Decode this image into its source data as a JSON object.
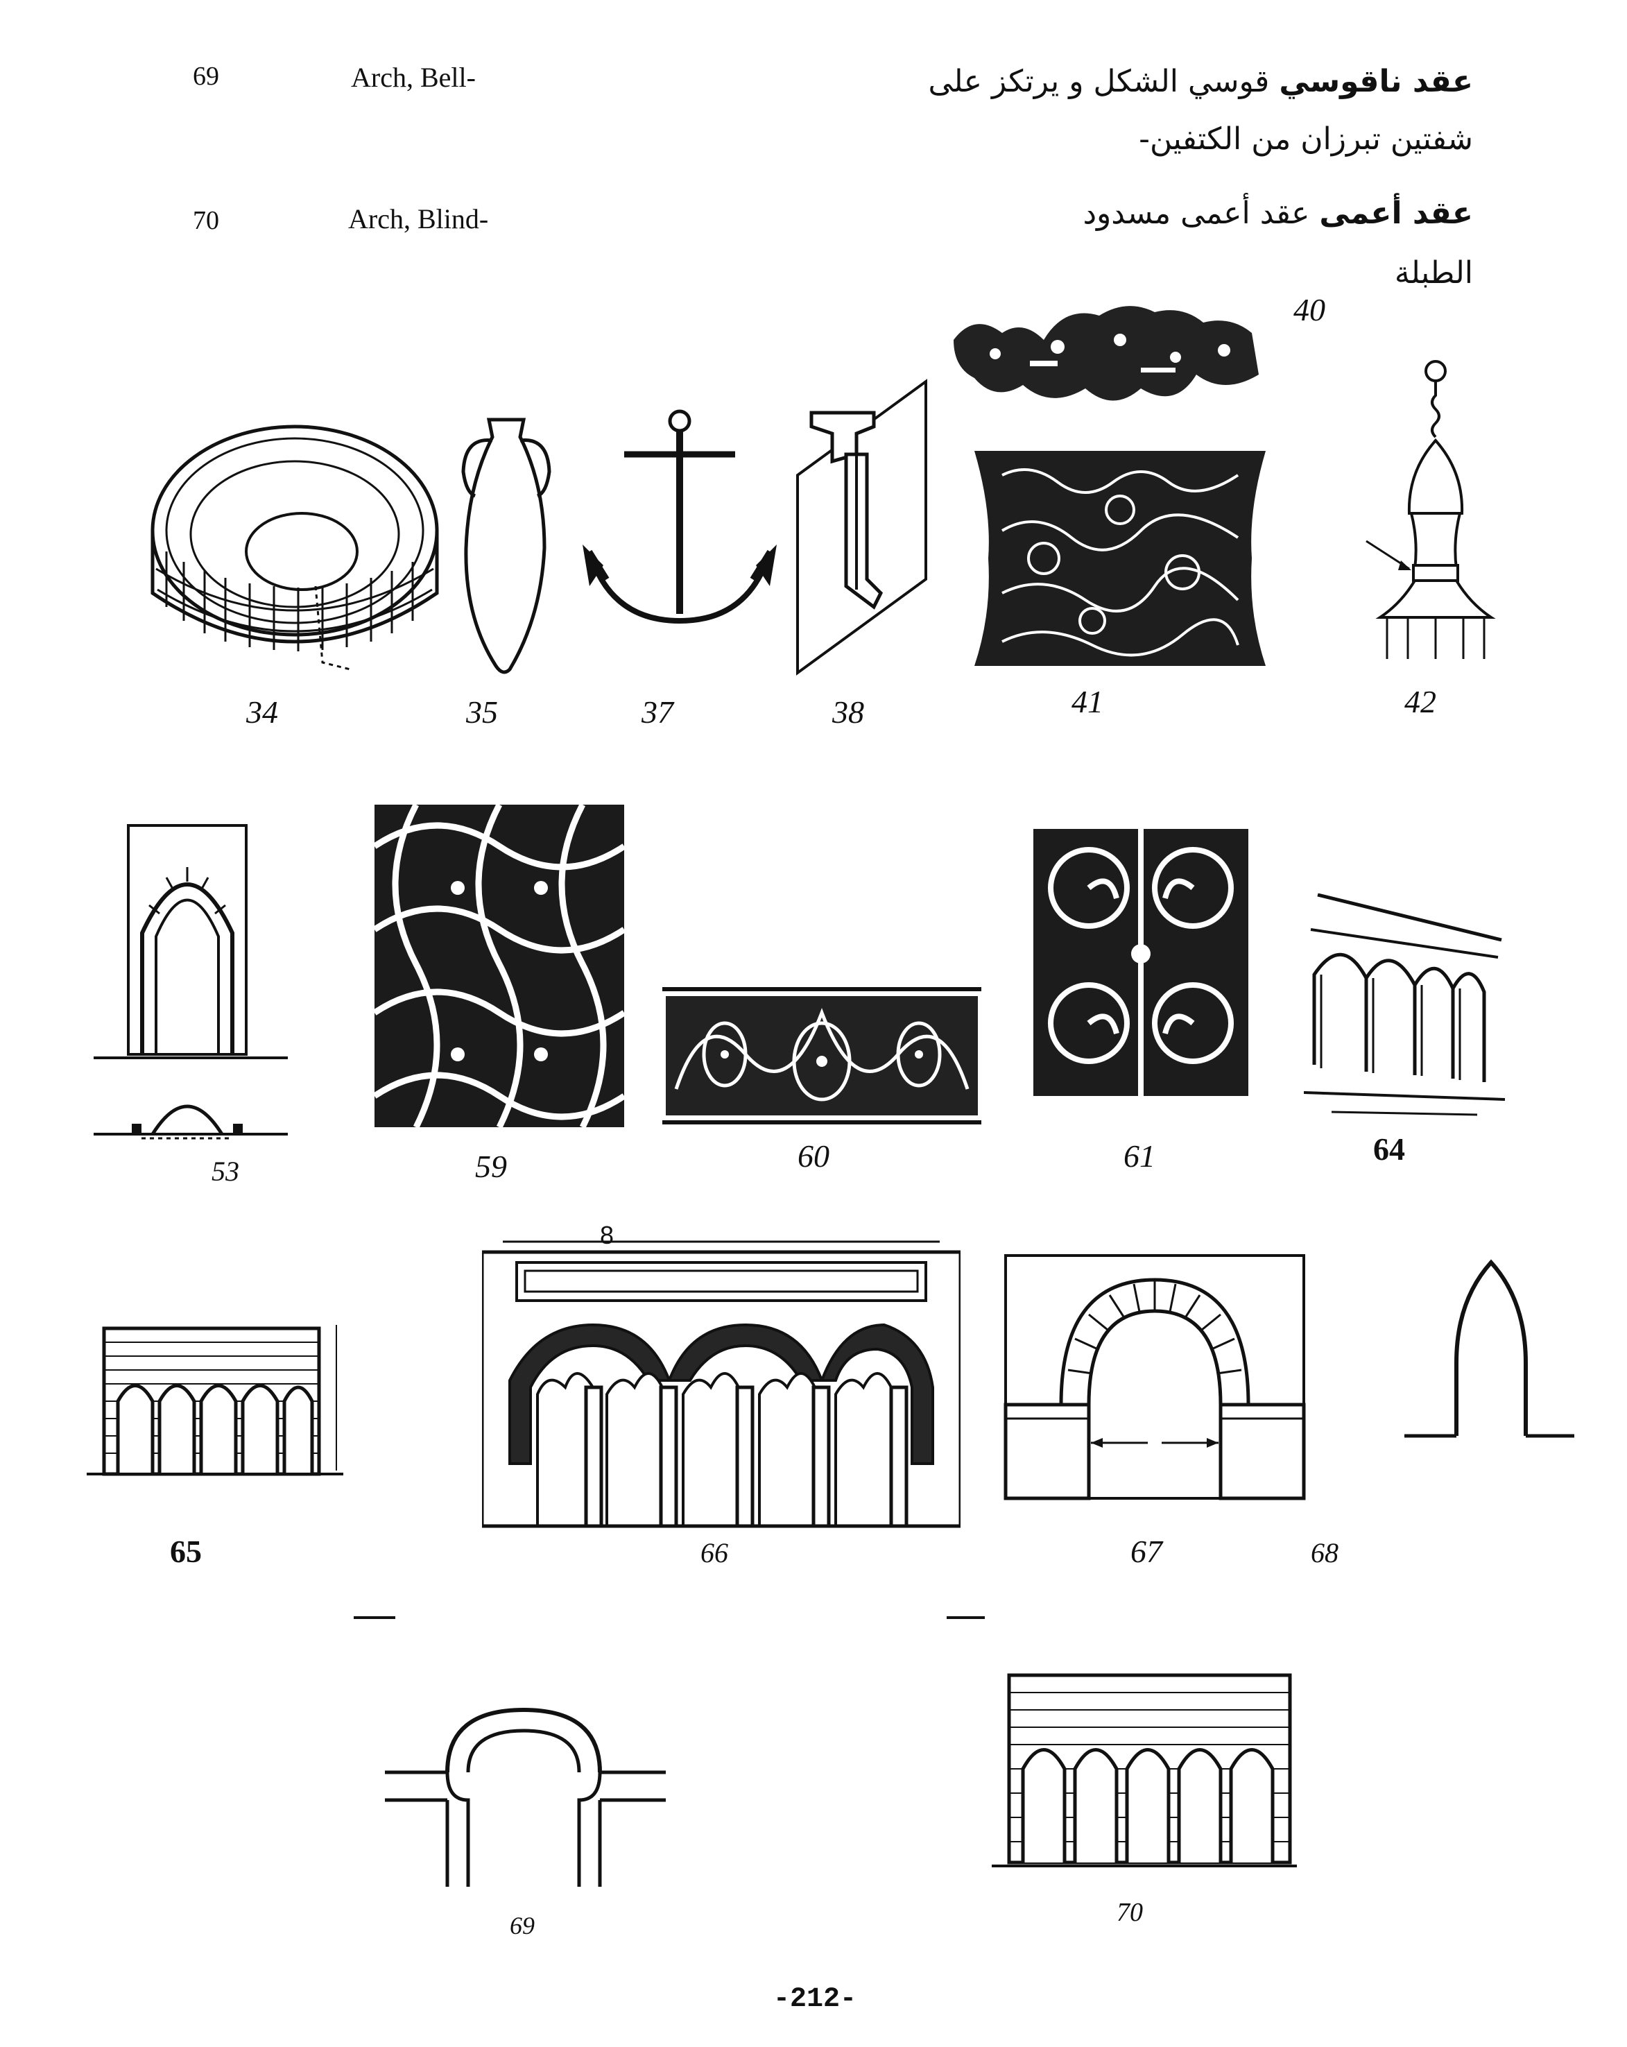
{
  "entries": [
    {
      "number": "69",
      "english": "Arch, Bell-",
      "arabic_term": "عقد ناقوسي",
      "arabic_rest": "قوسي الشكل و يرتكز على",
      "arabic_line2": "شفتين تبرزان من الكتفين-"
    },
    {
      "number": "70",
      "english": "Arch, Blind-",
      "arabic_term": "عقد أعمى",
      "arabic_rest": "عقد أعمى مسدود",
      "arabic_line2": "الطبلة"
    }
  ],
  "figures": {
    "f34": "34",
    "f35": "35",
    "f37": "37",
    "f38": "38",
    "f40": "40",
    "f41": "41",
    "f42": "42",
    "f53": "53",
    "f59": "59",
    "f60": "60",
    "f61": "61",
    "f64": "64",
    "f65": "65",
    "f66": "66",
    "f66_dim": "8",
    "f67": "67",
    "f68": "68",
    "f69": "69",
    "f70": "70"
  },
  "page_number": "-212-"
}
